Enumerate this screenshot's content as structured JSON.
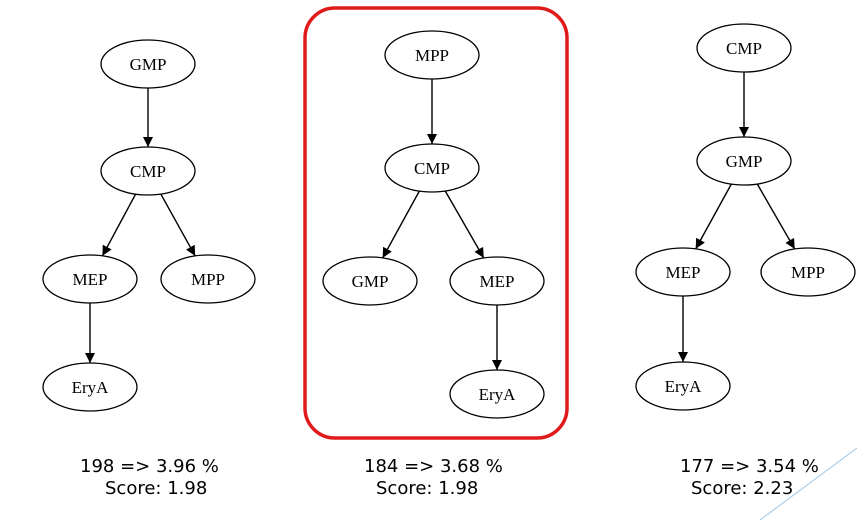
{
  "panels": [
    {
      "highlighted": false,
      "count_line": "198 => 3.96 %",
      "score_line": "Score: 1.98",
      "nodes": [
        "GMP",
        "CMP",
        "MEP",
        "MPP",
        "EryA"
      ],
      "edges": [
        [
          "GMP",
          "CMP"
        ],
        [
          "CMP",
          "MEP"
        ],
        [
          "CMP",
          "MPP"
        ],
        [
          "MEP",
          "EryA"
        ]
      ]
    },
    {
      "highlighted": true,
      "count_line": "184 => 3.68 %",
      "score_line": "Score: 1.98",
      "nodes": [
        "MPP",
        "CMP",
        "GMP",
        "MEP",
        "EryA"
      ],
      "edges": [
        [
          "MPP",
          "CMP"
        ],
        [
          "CMP",
          "GMP"
        ],
        [
          "CMP",
          "MEP"
        ],
        [
          "MEP",
          "EryA"
        ]
      ]
    },
    {
      "highlighted": false,
      "count_line": "177 => 3.54 %",
      "score_line": "Score: 2.23",
      "nodes": [
        "CMP",
        "GMP",
        "MEP",
        "MPP",
        "EryA"
      ],
      "edges": [
        [
          "CMP",
          "GMP"
        ],
        [
          "GMP",
          "MEP"
        ],
        [
          "GMP",
          "MPP"
        ],
        [
          "MEP",
          "EryA"
        ]
      ]
    }
  ],
  "colors": {
    "highlight": "#e01b1b",
    "decoration": "#9fc6e6"
  }
}
